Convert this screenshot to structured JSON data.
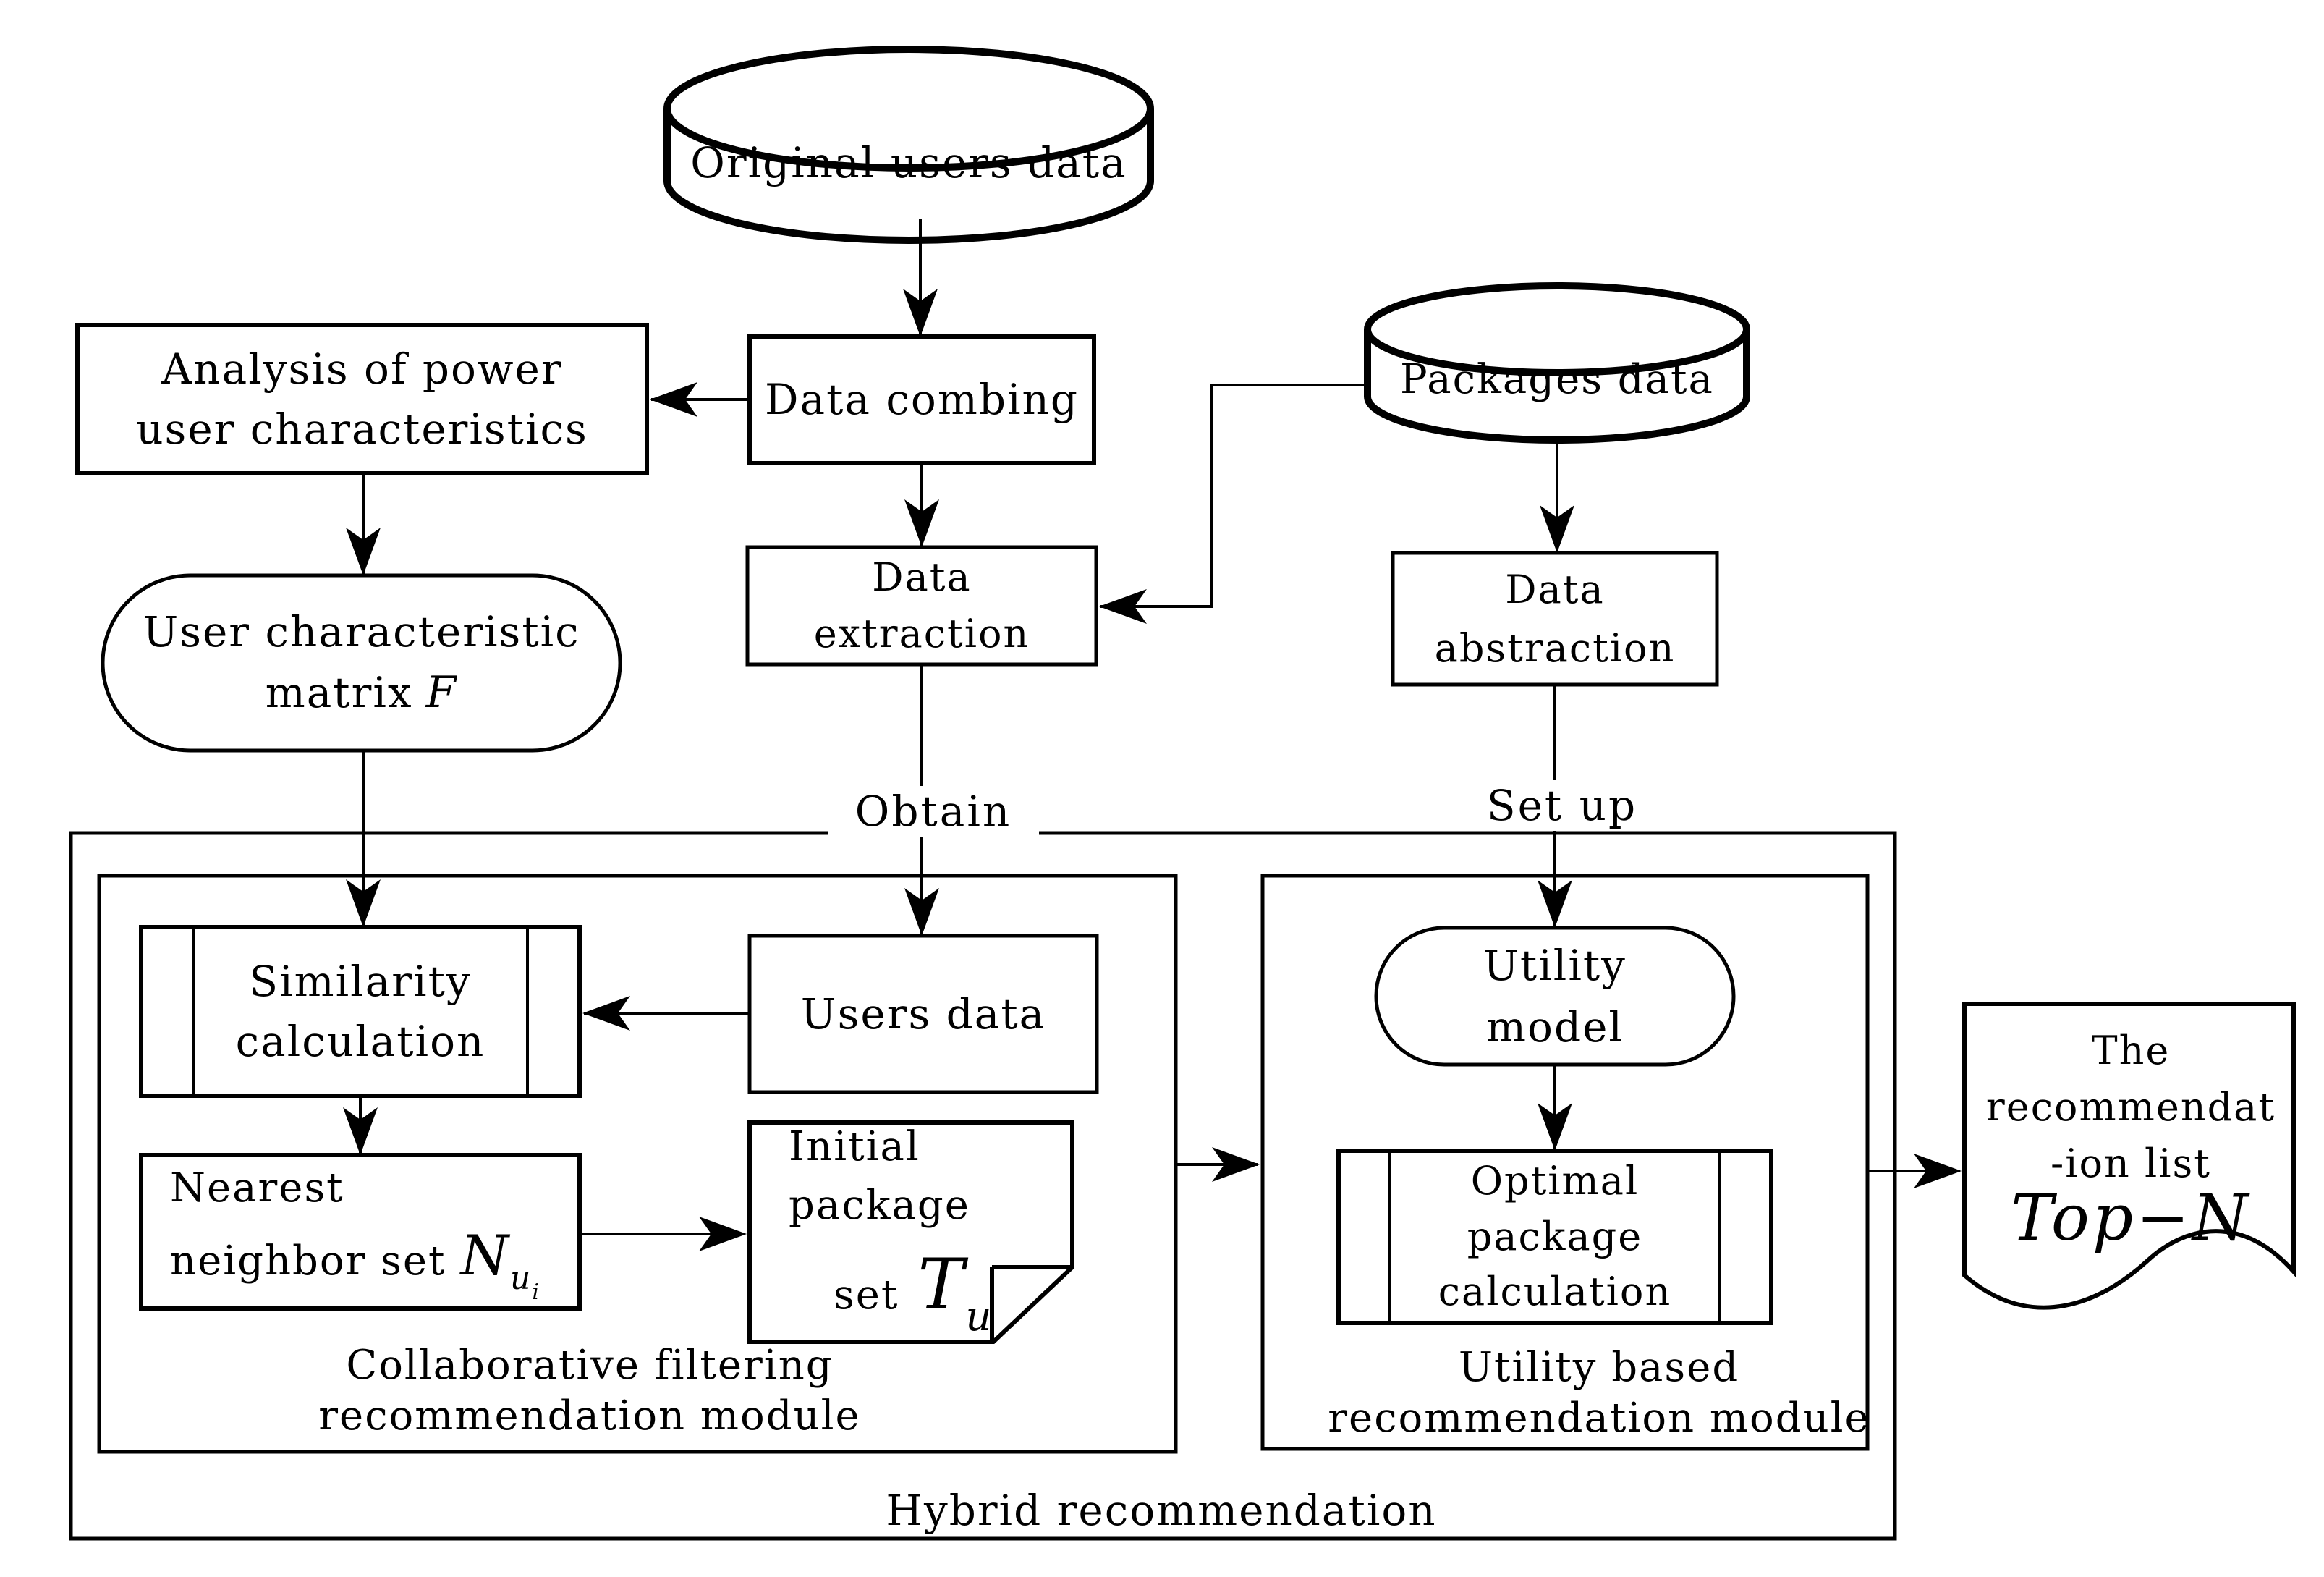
{
  "diagram": {
    "colors": {
      "line": "#000000",
      "background": "#ffffff"
    },
    "nodes": {
      "original": {
        "label": "Original users data"
      },
      "analysis": {
        "line1": "Analysis of power",
        "line2": "user characteristics"
      },
      "combing": {
        "label": "Data combing"
      },
      "packages": {
        "label": "Packages data"
      },
      "matrix": {
        "line1": "User characteristic",
        "prefix": "matrix",
        "symbol": "F"
      },
      "extraction": {
        "line1": "Data",
        "line2": "extraction"
      },
      "abstraction": {
        "line1": "Data",
        "line2": "abstraction"
      },
      "users": {
        "label": "Users data"
      },
      "similarity": {
        "line1": "Similarity",
        "line2": "calculation"
      },
      "nearest": {
        "line1": "Nearest",
        "line2": "neighbor set",
        "symbol": "N",
        "sub": "u",
        "subsub": "i"
      },
      "initial": {
        "line1": "Initial",
        "line2": "package",
        "line3": "set",
        "symbol": "T",
        "sub": "u"
      },
      "utility_model": {
        "line1": "Utility",
        "line2": "model"
      },
      "optimal": {
        "line1": "Optimal",
        "line2": "package",
        "line3": "calculation"
      },
      "doc": {
        "line1": "The",
        "line2": "recommendat",
        "line3": "-ion list",
        "topn": "Top−N"
      }
    },
    "edge_labels": {
      "obtain": "Obtain",
      "set_up": "Set up"
    },
    "containers": {
      "hybrid": "Hybrid recommendation",
      "collab_line1": "Collaborative filtering",
      "collab_line2": "recommendation module",
      "utility_line1": "Utility based",
      "utility_line2": "recommendation module"
    }
  }
}
